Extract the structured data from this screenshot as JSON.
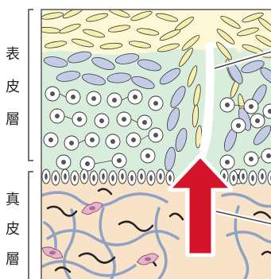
{
  "labels": {
    "epidermis": [
      "表",
      "皮",
      "層"
    ],
    "dermis": [
      "真",
      "皮",
      "層"
    ]
  },
  "icons": {
    "arrow": "up-arrow-icon",
    "pointer_upper": "pointer-line-icon",
    "pointer_lower": "pointer-line-icon"
  },
  "colors": {
    "background": "#ffffff",
    "horny_layer": "#fdf8d6",
    "spinous_layer": "#d9eddd",
    "basal_layer": "#d9eddd",
    "dermis": "#f8e2c8",
    "scale_cell": "#f6efae",
    "spindle_cell": "#c4cbe6",
    "arrow_fill": "#d4142a",
    "arrow_outline": "#ffffff",
    "fiber_blue": "#8ea2c4",
    "fiber_black": "#222222",
    "fibroblast": "#e3b4cc",
    "outline": "#333333"
  }
}
